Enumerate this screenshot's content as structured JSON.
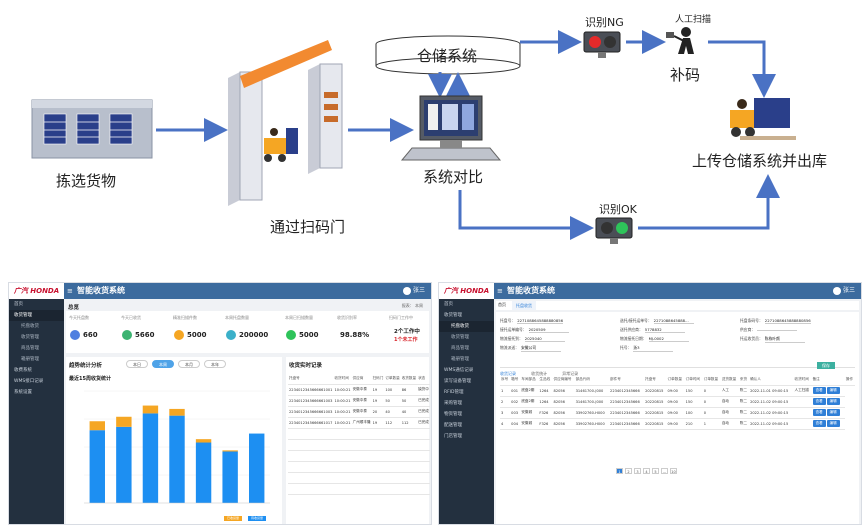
{
  "flow": {
    "pick_goods": "拣选货物",
    "scan_gate": "通过扫码门",
    "warehouse_system": "仓储系统",
    "system_compare": "系统对比",
    "recognize_ng": "识别NG",
    "manual_scan": "人工扫描",
    "supplement_code": "补码",
    "recognize_ok": "识别OK",
    "upload_ship": "上传仓储系统并出库"
  },
  "colors": {
    "arrow": "#4a72c4",
    "topbar": "#3c6b9e",
    "sidebar": "#23303f",
    "bar_blue": "#1d8ff2",
    "bar_orange": "#f5a623"
  },
  "dash": {
    "brand": "广汽 HONDA",
    "title": "智能收货系统",
    "user": "张三",
    "sidebar": [
      "首页",
      "收货管理",
      "托盘收货",
      "收货管理",
      "商品管理",
      "箱册管理",
      "收费系统",
      "WMS接口记录",
      "系统设置"
    ],
    "breadcrumb": "总览",
    "right_note": "报表：  本周",
    "kpis": [
      {
        "label": "今天托盘数",
        "value": "660"
      },
      {
        "label": "今天已收货",
        "value": "5660"
      },
      {
        "label": "精准扫描件数",
        "value": "5000"
      },
      {
        "label": "本周托盘数量",
        "value": "200000"
      },
      {
        "label": "本周已扫描数量",
        "value": "5000"
      },
      {
        "label": "收货识别率",
        "value": "98.88%"
      },
      {
        "label": "扫码门工作中",
        "value": ""
      }
    ],
    "gate_status": {
      "working": "2个工作中",
      "idle": "1个未工作"
    },
    "trend_title": "趋势统计分析",
    "trend_sub": "最近15周收货统计",
    "tabs": [
      "本日",
      "本周",
      "本月",
      "本年"
    ],
    "legend": [
      "已收货量",
      "待收货量"
    ],
    "records_title": "收货实时记录",
    "rec_headers": [
      "托盘号",
      "收货时间",
      "供应商",
      "扫码门",
      "订单数量",
      "收货数量",
      "状态"
    ],
    "records": [
      [
        "2234012345666661001",
        "10:00:21",
        "安徽中泰",
        "19",
        "100",
        "86",
        "缺货中"
      ],
      [
        "2234012345666661003",
        "10:00:21",
        "安徽中泰",
        "19",
        "50",
        "50",
        "已完成"
      ],
      [
        "2234012345666661003",
        "10:00:21",
        "安徽中泰",
        "20",
        "40",
        "40",
        "已完成"
      ],
      [
        "2234012345666661017",
        "10:00:21",
        "广州顺丰隆",
        "19",
        "112",
        "112",
        "已完成"
      ]
    ]
  },
  "chart_data": {
    "type": "bar",
    "categories": [
      "",
      "",
      "",
      "",
      "",
      "",
      ""
    ],
    "series": [
      {
        "name": "",
        "values": [
          65,
          68,
          80,
          78,
          54,
          46,
          62
        ]
      },
      {
        "name": "",
        "values": [
          8,
          9,
          7,
          6,
          3,
          1,
          0
        ]
      }
    ],
    "ylim": [
      0,
      100
    ]
  },
  "list": {
    "tabs": [
      "首页",
      "托盘收货"
    ],
    "form": [
      {
        "label": "托盘号：",
        "value": "2271088645888880856"
      },
      {
        "label": "选托/接托运单号：",
        "value": "2271088645888..."
      },
      {
        "label": "托盘条码号：",
        "value": "2271088645888880856"
      },
      {
        "label": "接托运单编号：",
        "value": "2020509"
      },
      {
        "label": "送托供应商：",
        "value": "5778832"
      },
      {
        "label": "供应商：",
        "value": ""
      },
      {
        "label": "物流接托到：",
        "value": "2025040"
      },
      {
        "label": "物流接托日期：",
        "value": "MJ-0002"
      },
      {
        "label": "托运收货员：",
        "value": "陈栋叶颜"
      },
      {
        "label": "物流派送：",
        "value": "安徽公司"
      },
      {
        "label": "托号：",
        "value": "浙3"
      }
    ],
    "sub_tabs": [
      "收货记录",
      "收货统计",
      "异常记录"
    ],
    "save_btn": "保存",
    "headers": [
      "序号",
      "箱号",
      "车间部品",
      "生品线",
      "供应商编号",
      "部品代码",
      "部件号",
      "托盘号",
      "订单数量",
      "订单时间",
      "订单数量",
      "送货数量",
      "来货",
      "确认人",
      "收货时间",
      "备注",
      "操作"
    ],
    "rows": [
      [
        "1",
        "001",
        "底盘2期",
        "1264",
        "82056",
        "31461700-J000",
        "2234012345666",
        "20220815",
        "09:00",
        "150",
        "0",
        "人工",
        "陈二",
        "2022-11-01 09:00:15",
        "人工扫描"
      ],
      [
        "2",
        "002",
        "底盘2期",
        "1264",
        "82056",
        "31461700-J000",
        "2234012345666",
        "20220815",
        "09:00",
        "150",
        "0",
        "自动",
        "陈二",
        "2022-11-02 09:00:15",
        ""
      ],
      [
        "3",
        "003",
        "安徽城",
        "F326",
        "82056",
        "33902760-H000",
        "2234012345666",
        "20220815",
        "09:00",
        "100",
        "0",
        "自动",
        "陈二",
        "2022-11-02 09:00:15",
        ""
      ],
      [
        "4",
        "004",
        "安徽城",
        "F326",
        "82056",
        "33902760-H000",
        "2234012345666",
        "20220815",
        "09:00",
        "210",
        "1",
        "自动",
        "陈二",
        "2022-11-02 09:00:15",
        ""
      ]
    ],
    "row_btns": [
      "查看",
      "编辑"
    ],
    "pages": [
      "1",
      "2",
      "3",
      "4",
      "5",
      "...",
      "10"
    ],
    "sidebar": [
      "首页",
      "收货管理",
      "托盘收货",
      "收货管理",
      "商品管理",
      "箱册管理",
      "WMS通信记录",
      "读写设备管理",
      "RFID管理",
      "采购管理",
      "物资管理",
      "配送管理",
      "门店管理"
    ]
  }
}
